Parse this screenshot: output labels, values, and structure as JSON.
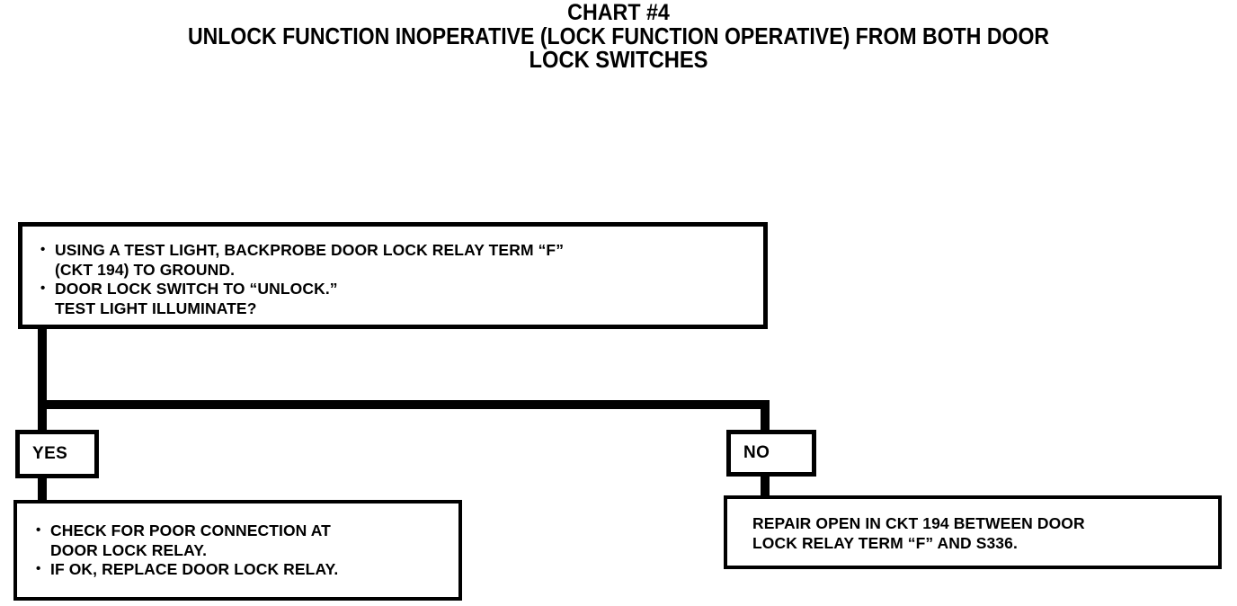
{
  "document": {
    "title_lines": [
      "CHART #4",
      "UNLOCK FUNCTION INOPERATIVE (LOCK FUNCTION OPERATIVE) FROM BOTH DOOR",
      "LOCK SWITCHES"
    ]
  },
  "colors": {
    "ink": "#000000",
    "paper": "#ffffff"
  },
  "flow": {
    "test_box": {
      "lines": [
        "USING A TEST LIGHT, BACKPROBE DOOR LOCK RELAY TERM “F”",
        "(CKT 194) TO GROUND.",
        "DOOR LOCK SWITCH TO “UNLOCK.”",
        "TEST LIGHT ILLUMINATE?"
      ]
    },
    "branch_yes": {
      "label": "YES",
      "result_lines": [
        "CHECK FOR POOR CONNECTION AT",
        "DOOR LOCK RELAY.",
        "IF OK, REPLACE DOOR LOCK RELAY."
      ]
    },
    "branch_no": {
      "label": "NO",
      "result_lines": [
        "REPAIR OPEN IN CKT 194 BETWEEN DOOR",
        "LOCK RELAY TERM “F” AND S336."
      ]
    }
  },
  "chart_data": {
    "type": "diagram",
    "title": "CHART #4 — UNLOCK FUNCTION INOPERATIVE (LOCK FUNCTION OPERATIVE) FROM BOTH DOOR LOCK SWITCHES",
    "nodes": [
      {
        "id": "test",
        "kind": "test-step",
        "text": "USING A TEST LIGHT, BACKPROBE DOOR LOCK RELAY TERM “F” (CKT 194) TO GROUND. DOOR LOCK SWITCH TO “UNLOCK.” TEST LIGHT ILLUMINATE?"
      },
      {
        "id": "yes",
        "kind": "branch-label",
        "text": "YES"
      },
      {
        "id": "no",
        "kind": "branch-label",
        "text": "NO"
      },
      {
        "id": "yes-result",
        "kind": "action",
        "text": "CHECK FOR POOR CONNECTION AT DOOR LOCK RELAY. IF OK, REPLACE DOOR LOCK RELAY."
      },
      {
        "id": "no-result",
        "kind": "action",
        "text": "REPAIR OPEN IN CKT 194 BETWEEN DOOR LOCK RELAY TERM “F” AND S336."
      }
    ],
    "edges": [
      {
        "from": "test",
        "to": "yes"
      },
      {
        "from": "test",
        "to": "no"
      },
      {
        "from": "yes",
        "to": "yes-result"
      },
      {
        "from": "no",
        "to": "no-result"
      }
    ]
  }
}
